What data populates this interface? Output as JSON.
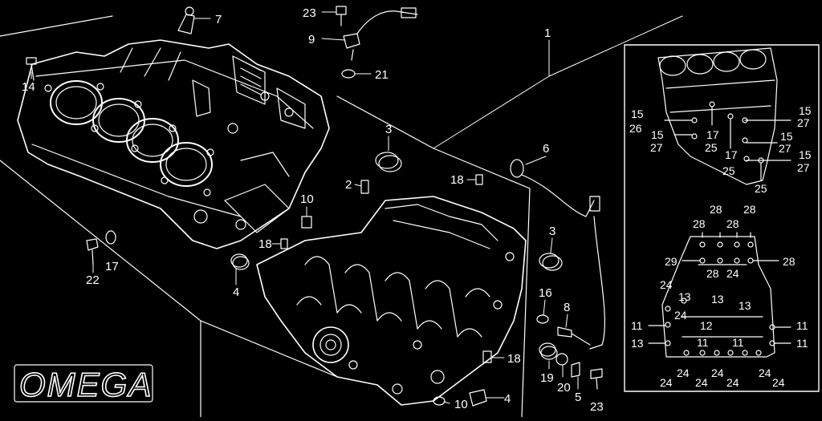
{
  "logo": {
    "text": "OMEGA"
  },
  "callouts": {
    "main": [
      "7",
      "23",
      "9",
      "21",
      "1",
      "14",
      "3",
      "2",
      "18",
      "6",
      "10",
      "17",
      "22",
      "18",
      "4",
      "3",
      "16",
      "8",
      "18",
      "19",
      "20",
      "5",
      "23",
      "10",
      "4"
    ],
    "inset_top": [
      "15",
      "26",
      "15",
      "27",
      "17",
      "25",
      "15",
      "27",
      "17",
      "15",
      "27",
      "25",
      "15",
      "27",
      "25"
    ],
    "inset_bottom": [
      "28",
      "28",
      "28",
      "29",
      "28",
      "28",
      "28",
      "24",
      "24",
      "13",
      "13",
      "13",
      "11",
      "12",
      "11",
      "13",
      "11",
      "11",
      "24",
      "24",
      "24",
      "24",
      "24",
      "24",
      "24",
      "11",
      "24"
    ]
  }
}
